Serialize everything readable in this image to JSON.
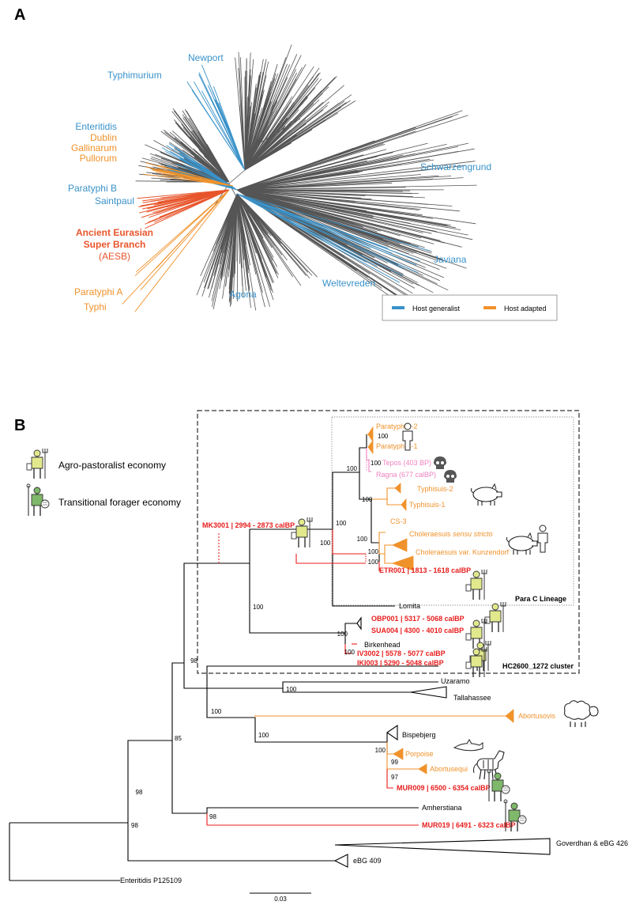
{
  "panel_a": {
    "letter": "A",
    "labels": {
      "newport": "Newport",
      "typhimurium": "Typhimurium",
      "enteritidis": "Enteritidis",
      "dublin": "Dublin",
      "gallinarum": "Gallinarum",
      "pullorum": "Pullorum",
      "paratyphi_b": "Paratyphi B",
      "saintpaul": "Saintpaul",
      "aesb_1": "Ancient Eurasian",
      "aesb_2": "Super Branch",
      "aesb_3": "(AESB)",
      "paratyphi_a": "Paratyphi A",
      "typhi": "Typhi",
      "agona": "Agona",
      "weltevreden": "Weltevreden",
      "schwarzengrund": "Schwarzengrund",
      "javiana": "Javiana"
    },
    "legend": {
      "generalist": "Host generalist",
      "adapted": "Host adapted"
    },
    "colors": {
      "generalist": "#3a92c9",
      "adapted": "#f0922b",
      "aesb": "#e8552b",
      "tree": "#555555"
    }
  },
  "panel_b": {
    "letter": "B",
    "legend": {
      "agro": "Agro-pastoralist economy",
      "forager": "Transitional forager economy"
    },
    "box_labels": {
      "parac": "Para C Lineage",
      "hc": "HC2600_1272 cluster"
    },
    "taxa": {
      "paratyphic2": "ParatyphiC-2",
      "paratyphic1": "ParatyphiC-1",
      "tepos": "Tepos (403 BP)",
      "ragna": "Ragna (677 calBP)",
      "typhisuis2": "Typhisuis-2",
      "typhisuis1": "Typhisuis-1",
      "cs3": "CS-3",
      "cholera_ss_a": "Choleraesuis",
      "cholera_ss_b": "sensu stricto",
      "cholera_k": "Choleraesuis var. Kunzendorf",
      "etr001": "ETR001 | 1813 - 1618 calBP",
      "lomita": "Lomita",
      "mk3001": "MK3001 | 2994 - 2873 calBP",
      "obp001": "OBP001 | 5317 - 5068 calBP",
      "sua004": "SUA004 | 4300 - 4010 calBP",
      "birkenhead": "Birkenhead",
      "iv3002": "IV3002 | 5578 - 5077 calBP",
      "iki003": "IKI003 | 5290 - 5048 calBP",
      "uzaramo": "Uzaramo",
      "tallahassee": "Tallahassee",
      "abortusovis": "Abortusovis",
      "bispebjerg": "Bispebjerg",
      "porpoise": "Porpoise",
      "abortusequi": "Abortusequi",
      "mur009": "MUR009 | 6500 - 6354 calBP",
      "amherstiana": "Amherstiana",
      "mur019": "MUR019 | 6491 - 6323 calBP",
      "goverdhan": "Goverdhan & eBG 426",
      "ebg409": "eBG 409",
      "enteritidis": "Enteritidis P125109"
    },
    "bootstrap": {
      "pc_clade": "100",
      "tepos_ragna": "100",
      "root_top": "100",
      "typhisuis": "100",
      "chol_upper": "100",
      "chol_lower": "100",
      "parac_lineage": "100",
      "upper_big": "100",
      "mk_clade": "100",
      "birk_iv": "100",
      "iv_iki": "100",
      "root98": "98",
      "uz_tal": "100",
      "lower_mid": "100",
      "abort": "100",
      "bisp": "100",
      "porp": "99",
      "abequi": "97",
      "n85": "85",
      "n98a": "98",
      "n98b": "98",
      "amh": "98"
    },
    "scale": "0.03",
    "colors": {
      "ancient": "#e81d1d",
      "orange": "#f0922b",
      "pink": "#ee82c0",
      "black": "#000000"
    }
  }
}
